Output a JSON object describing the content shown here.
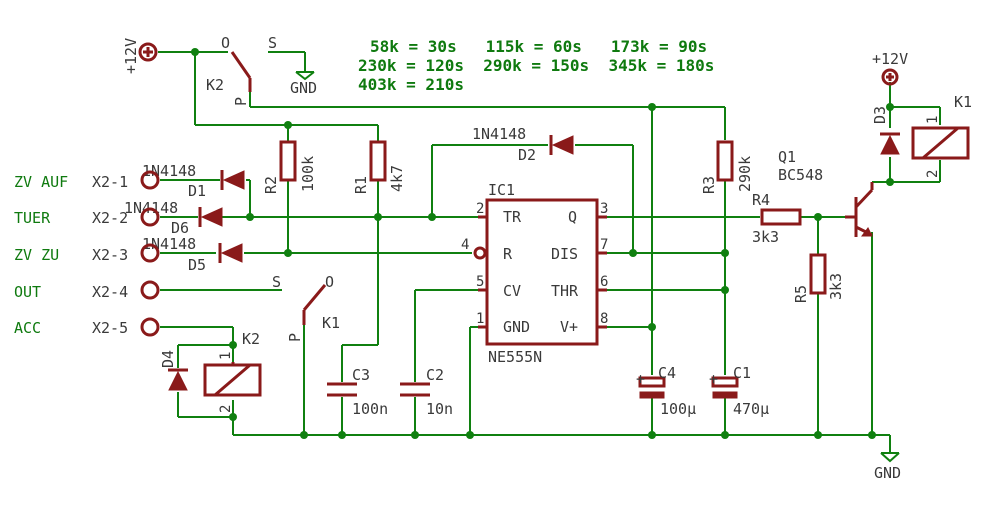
{
  "timing_table": [
    "58k = 30s   115k = 60s   173k = 90s",
    "230k = 120s  290k = 150s  345k = 180s",
    "403k = 210s"
  ],
  "power": {
    "vcc_top_left": "+12V",
    "vcc_right": "+12V",
    "gnd": "GND"
  },
  "connectors": [
    {
      "net": "ZV AUF",
      "pin": "X2-1"
    },
    {
      "net": "TUER",
      "pin": "X2-2"
    },
    {
      "net": "ZV ZU",
      "pin": "X2-3"
    },
    {
      "net": "OUT",
      "pin": "X2-4"
    },
    {
      "net": "ACC",
      "pin": "X2-5"
    }
  ],
  "diodes": [
    {
      "ref": "D1",
      "type": "1N4148"
    },
    {
      "ref": "D6",
      "type": "1N4148"
    },
    {
      "ref": "D5",
      "type": "1N4148"
    },
    {
      "ref": "D2",
      "type": "1N4148"
    },
    {
      "ref": "D3",
      "type": ""
    },
    {
      "ref": "D4",
      "type": ""
    }
  ],
  "resistors": {
    "R1": {
      "ref": "R1",
      "value": "4k7"
    },
    "R2": {
      "ref": "R2",
      "value": "100k"
    },
    "R3": {
      "ref": "R3",
      "value": "290k"
    },
    "R4": {
      "ref": "R4",
      "value": "3k3"
    },
    "R5": {
      "ref": "R5",
      "value": "3k3"
    }
  },
  "capacitors": {
    "C1": {
      "ref": "C1",
      "value": "470µ"
    },
    "C2": {
      "ref": "C2",
      "value": "10n"
    },
    "C3": {
      "ref": "C3",
      "value": "100n"
    },
    "C4": {
      "ref": "C4",
      "value": "100µ"
    }
  },
  "ic": {
    "ref": "IC1",
    "part": "NE555N",
    "pins": {
      "TR": "TR",
      "Q": "Q",
      "R": "R",
      "DIS": "DIS",
      "CV": "CV",
      "THR": "THR",
      "GND": "GND",
      "VCC": "V+"
    },
    "pin_numbers": {
      "p1": "1",
      "p2": "2",
      "p3": "3",
      "p4": "4",
      "p5": "5",
      "p6": "6",
      "p7": "7",
      "p8": "8"
    }
  },
  "transistor": {
    "ref": "Q1",
    "part": "BC548"
  },
  "relays": {
    "K1": {
      "ref": "K1",
      "coil_pin1": "1",
      "coil_pin2": "2",
      "contact_s": "S",
      "contact_o": "O",
      "contact_p": "P"
    },
    "K2": {
      "ref": "K2",
      "coil_pin1": "1",
      "coil_pin2": "2",
      "contact_s": "S",
      "contact_o": "O",
      "contact_p": "P"
    }
  },
  "colors": {
    "wire": "#108010",
    "component": "#8a1a1a",
    "label_text": "#3a3a3a",
    "net_text": "#0f7a0f"
  }
}
